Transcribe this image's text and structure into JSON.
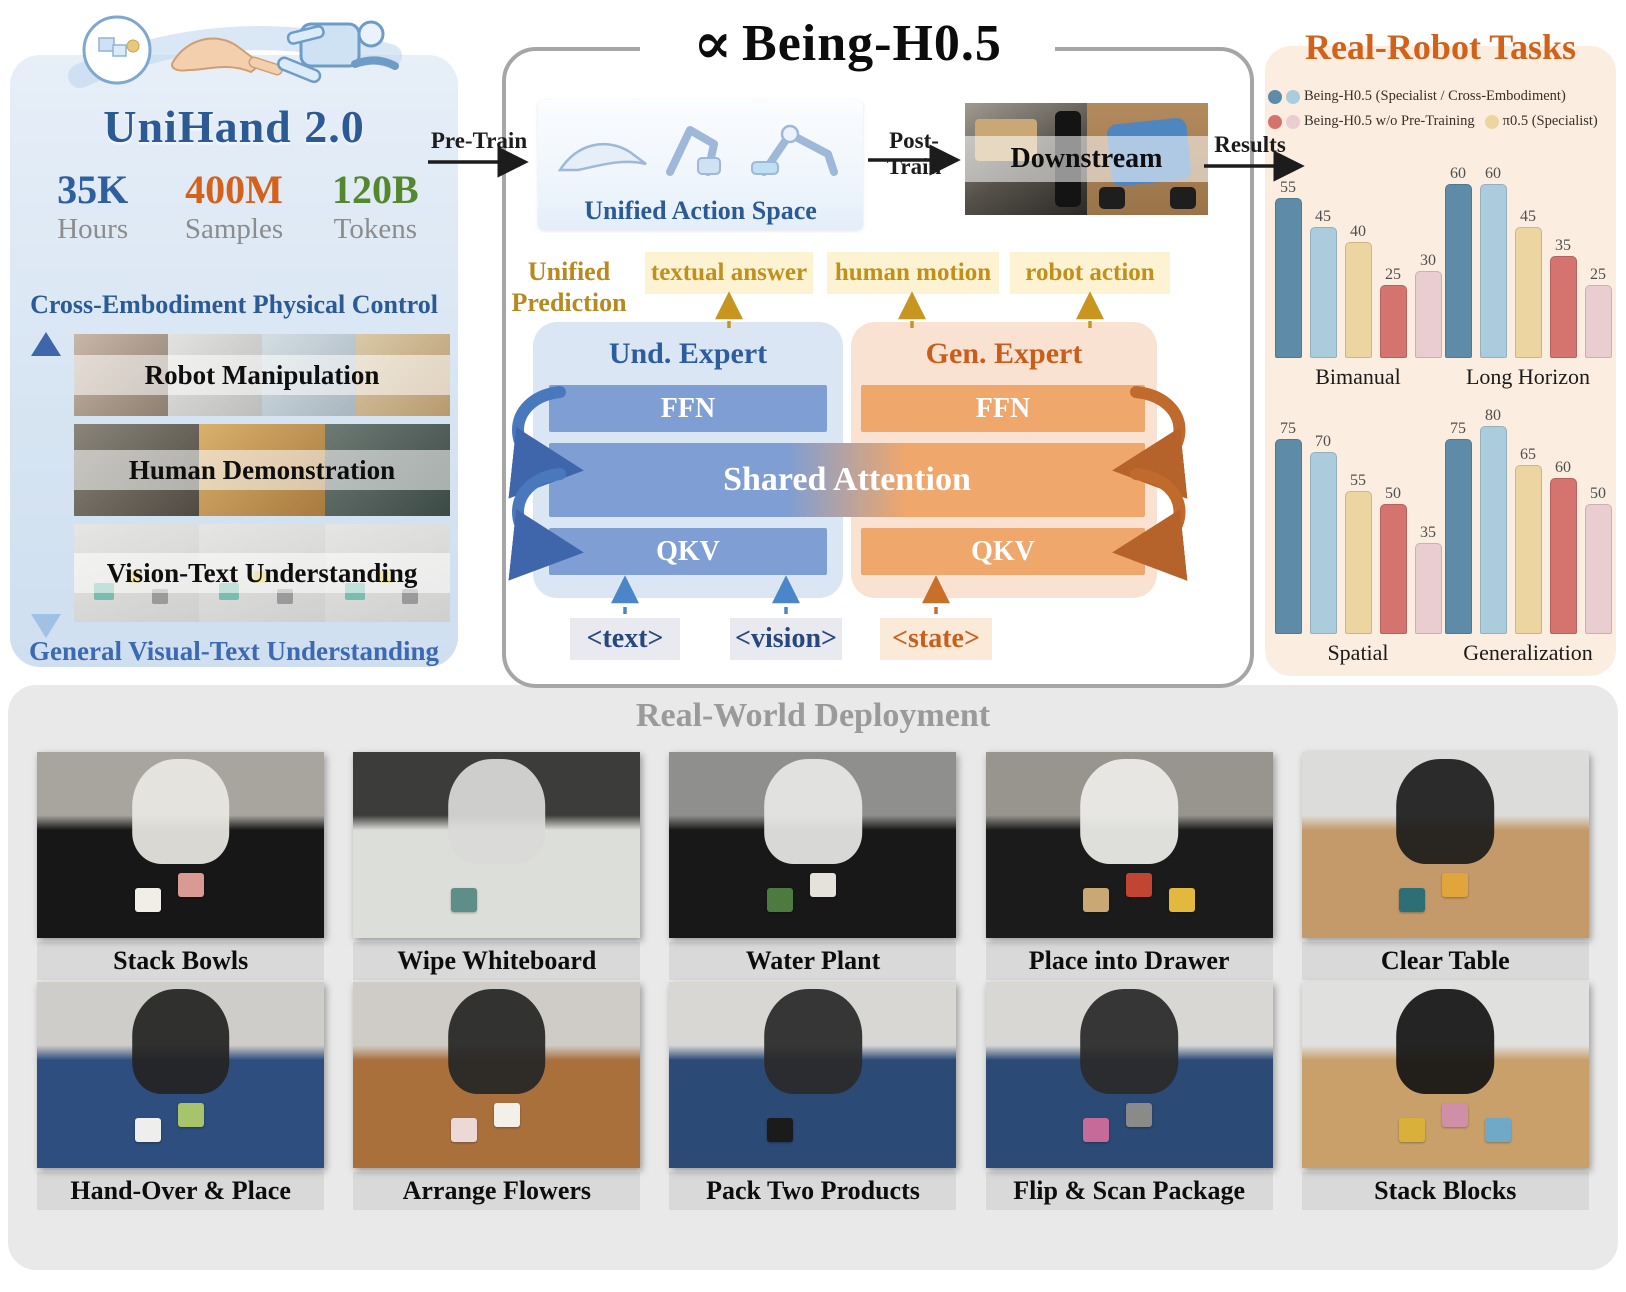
{
  "left_panel": {
    "title": "UniHand 2.0",
    "stats": [
      {
        "value": "35K",
        "label": "Hours",
        "color": "#2e5f9e"
      },
      {
        "value": "400M",
        "label": "Samples",
        "color": "#d4611c"
      },
      {
        "value": "120B",
        "label": "Tokens",
        "color": "#55882e"
      }
    ],
    "top_caption": "Cross-Embodiment Physical Control",
    "bottom_caption": "General Visual-Text Understanding",
    "strips": [
      {
        "label": "Robot Manipulation"
      },
      {
        "label": "Human Demonstration"
      },
      {
        "label": "Vision-Text Understanding"
      }
    ]
  },
  "center_panel": {
    "logo_symbol": "∝",
    "title": "Being-H0.5",
    "pretrain_label": "Pre-Train",
    "posttrain_label": "Post-Train",
    "results_label": "Results",
    "action_space_label": "Unified Action Space",
    "downstream_label": "Downstream",
    "unified_prediction_label": "Unified Prediction",
    "outputs": [
      {
        "label": "textual answer"
      },
      {
        "label": "human motion"
      },
      {
        "label": "robot action"
      }
    ],
    "experts": {
      "und_label": "Und. Expert",
      "gen_label": "Gen. Expert",
      "und_ffn": "FFN",
      "gen_ffn": "FFN",
      "shared_label": "Shared Attention",
      "und_qkv": "QKV",
      "gen_qkv": "QKV"
    },
    "inputs": [
      {
        "label": "<text>"
      },
      {
        "label": "<vision>"
      },
      {
        "label": "<state>"
      }
    ]
  },
  "right_panel": {
    "title": "Real-Robot Tasks"
  },
  "chart_data": {
    "type": "bar",
    "title": "Real-Robot Tasks",
    "bar_colors": [
      "#5e8ca8",
      "#aaccdd",
      "#ecd5a0",
      "#d5736e",
      "#eacdd1"
    ],
    "series_order": [
      "Being-H0.5 (Specialist)",
      "Being-H0.5 (Cross-Embodiment)",
      "π0.5 (Specialist)",
      "Being-H0.5 w/o Pre-Training (Specialist)",
      "Being-H0.5 w/o Pre-Training (Cross-Embodiment)"
    ],
    "legend": [
      {
        "dots": [
          "#5e8ca8",
          "#aaccdd"
        ],
        "label": "Being-H0.5 (Specialist / Cross-Embodiment)"
      },
      {
        "dots": [
          "#d5736e",
          "#eacdd1"
        ],
        "label": "Being-H0.5 w/o Pre-Training"
      },
      {
        "dots": [
          "#ecd5a0"
        ],
        "label": "π0.5 (Specialist)"
      }
    ],
    "charts": [
      {
        "category": "Bimanual",
        "values": [
          55,
          45,
          40,
          25,
          30
        ]
      },
      {
        "category": "Long Horizon",
        "values": [
          60,
          60,
          45,
          35,
          25
        ]
      },
      {
        "category": "Spatial",
        "values": [
          75,
          70,
          55,
          50,
          35
        ]
      },
      {
        "category": "Generalization",
        "values": [
          75,
          80,
          65,
          60,
          50
        ]
      }
    ],
    "ylim": [
      0,
      85
    ],
    "grid": false,
    "value_labels": true,
    "legend_position": "top"
  },
  "bottom_panel": {
    "title": "Real-World Deployment",
    "cards": [
      {
        "label": "Stack Bowls",
        "scene": {
          "wall": "#a8a49e",
          "table": "#171717",
          "robot": "#e9e7e2",
          "accents": [
            "#f1eee7",
            "#d99a94"
          ]
        }
      },
      {
        "label": "Wipe Whiteboard",
        "scene": {
          "wall": "#3c3c3a",
          "table": "#dcdeda",
          "robot": "#d9d9d7",
          "accents": [
            "#5f8d87"
          ]
        }
      },
      {
        "label": "Water Plant",
        "scene": {
          "wall": "#8f8f8d",
          "table": "#181818",
          "robot": "#e7e7e5",
          "accents": [
            "#4c7a3f",
            "#e4e2da"
          ]
        }
      },
      {
        "label": "Place into Drawer",
        "scene": {
          "wall": "#98948e",
          "table": "#1b1b1b",
          "robot": "#ededea",
          "accents": [
            "#c9a876",
            "#c24432",
            "#e2b93c"
          ]
        }
      },
      {
        "label": "Clear Table",
        "scene": {
          "wall": "#dcdcda",
          "table": "#c59a6b",
          "robot": "#1d1d1d",
          "accents": [
            "#2e6f75",
            "#e0a63c"
          ]
        }
      },
      {
        "label": "Hand-Over & Place",
        "scene": {
          "wall": "#cfcdc9",
          "table": "#2d4e7e",
          "robot": "#242424",
          "accents": [
            "#eeeeec",
            "#a8c46a"
          ]
        }
      },
      {
        "label": "Arrange Flowers",
        "scene": {
          "wall": "#cfccc7",
          "table": "#a9703c",
          "robot": "#262626",
          "accents": [
            "#ecd9d5",
            "#f3f0ea"
          ]
        }
      },
      {
        "label": "Pack Two Products",
        "scene": {
          "wall": "#d9d7d4",
          "table": "#2b4a75",
          "robot": "#2a2a2a",
          "accents": [
            "#1b1b1b"
          ]
        }
      },
      {
        "label": "Flip & Scan Package",
        "scene": {
          "wall": "#d9d7d4",
          "table": "#2b4a75",
          "robot": "#2a2a2a",
          "accents": [
            "#c66a9a",
            "#8a8a88"
          ]
        }
      },
      {
        "label": "Stack Blocks",
        "scene": {
          "wall": "#e0e0de",
          "table": "#c9a06a",
          "robot": "#161616",
          "accents": [
            "#d9b13a",
            "#d08fa6",
            "#6fa8c9"
          ]
        }
      }
    ]
  }
}
